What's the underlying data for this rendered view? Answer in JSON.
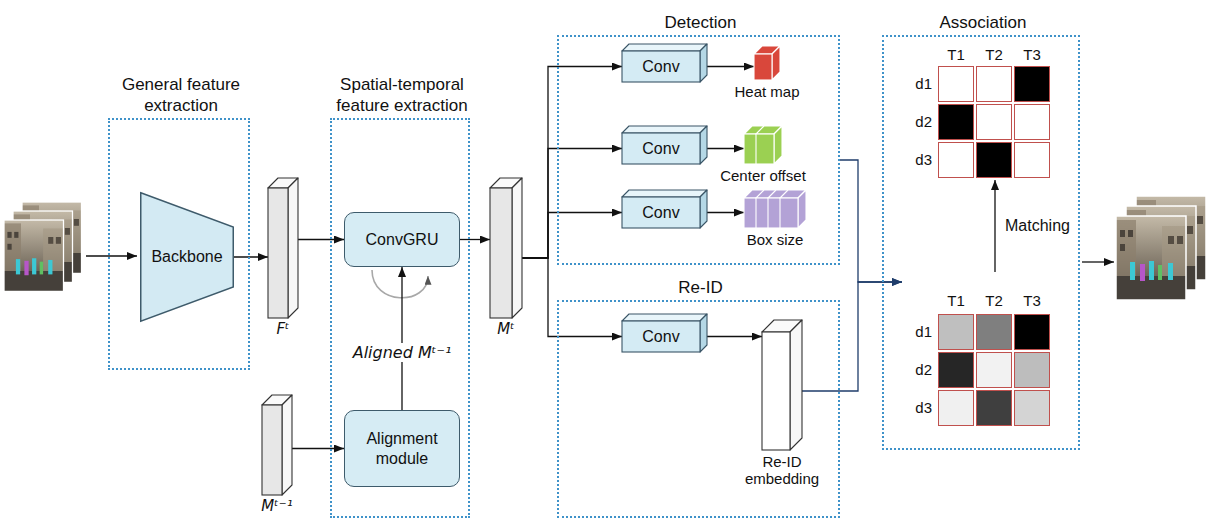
{
  "diagram": {
    "nodes": [
      {
        "text": [
          "General feature extraction"
        ]
      },
      {
        "text": [
          "Backbone"
        ],
        "in": 0
      },
      {
        "text": [
          "Fᵗ"
        ]
      },
      {
        "text": [
          "Spatial-temporal feature extraction"
        ]
      },
      {
        "text": [
          "ConvGRU"
        ],
        "in": 3
      },
      {
        "text": [
          "Alignment module"
        ],
        "in": 3
      },
      {
        "text": [
          "Mᵗ⁻¹"
        ]
      },
      {
        "text": [
          "Mᵗ"
        ]
      },
      {
        "text": [
          "Detection"
        ]
      },
      {
        "text": [
          "Conv"
        ],
        "in": 8
      },
      {
        "text": [
          "Conv"
        ],
        "in": 8
      },
      {
        "text": [
          "Conv"
        ],
        "in": 8
      },
      {
        "text": [
          "Heat map"
        ],
        "in": 8
      },
      {
        "text": [
          "Center offset"
        ],
        "in": 8
      },
      {
        "text": [
          "Box size"
        ],
        "in": 8
      },
      {
        "text": [
          "Re-ID"
        ]
      },
      {
        "text": [
          "Conv"
        ],
        "in": 15
      },
      {
        "text": [
          "Re-ID embedding"
        ],
        "in": 15
      },
      {
        "text": [
          "Association"
        ]
      },
      {
        "text": [
          "T1",
          "T2",
          "T3",
          "d1",
          "d2",
          "d3"
        ],
        "in": 18
      },
      {
        "text": [
          "T1",
          "T2",
          "T3",
          "d1",
          "d2",
          "d3"
        ],
        "in": 18
      }
    ],
    "edges": [
      {
        "from": 1,
        "to": 2,
        "arrow": "to"
      },
      {
        "from": 2,
        "to": 4,
        "arrow": "to"
      },
      {
        "from": 6,
        "to": 5,
        "arrow": "to"
      },
      {
        "from": 5,
        "to": 4,
        "arrow": "to",
        "label": "Aligned Mᵗ⁻¹"
      },
      {
        "from": 4,
        "to": 7,
        "arrow": "to"
      },
      {
        "from": 7,
        "to": 9,
        "arrow": "to"
      },
      {
        "from": 7,
        "to": 10,
        "arrow": "to"
      },
      {
        "from": 7,
        "to": 11,
        "arrow": "to"
      },
      {
        "from": 7,
        "to": 16,
        "arrow": "to"
      },
      {
        "from": 9,
        "to": 12,
        "arrow": "to"
      },
      {
        "from": 10,
        "to": 13,
        "arrow": "to"
      },
      {
        "from": 11,
        "to": 14,
        "arrow": "to"
      },
      {
        "from": 16,
        "to": 17,
        "arrow": "to"
      },
      {
        "from": 8,
        "to": 20,
        "arrow": "to"
      },
      {
        "from": 17,
        "to": 20,
        "arrow": "to"
      },
      {
        "from": 20,
        "to": 19,
        "arrow": "to",
        "label": "Matching"
      }
    ]
  }
}
